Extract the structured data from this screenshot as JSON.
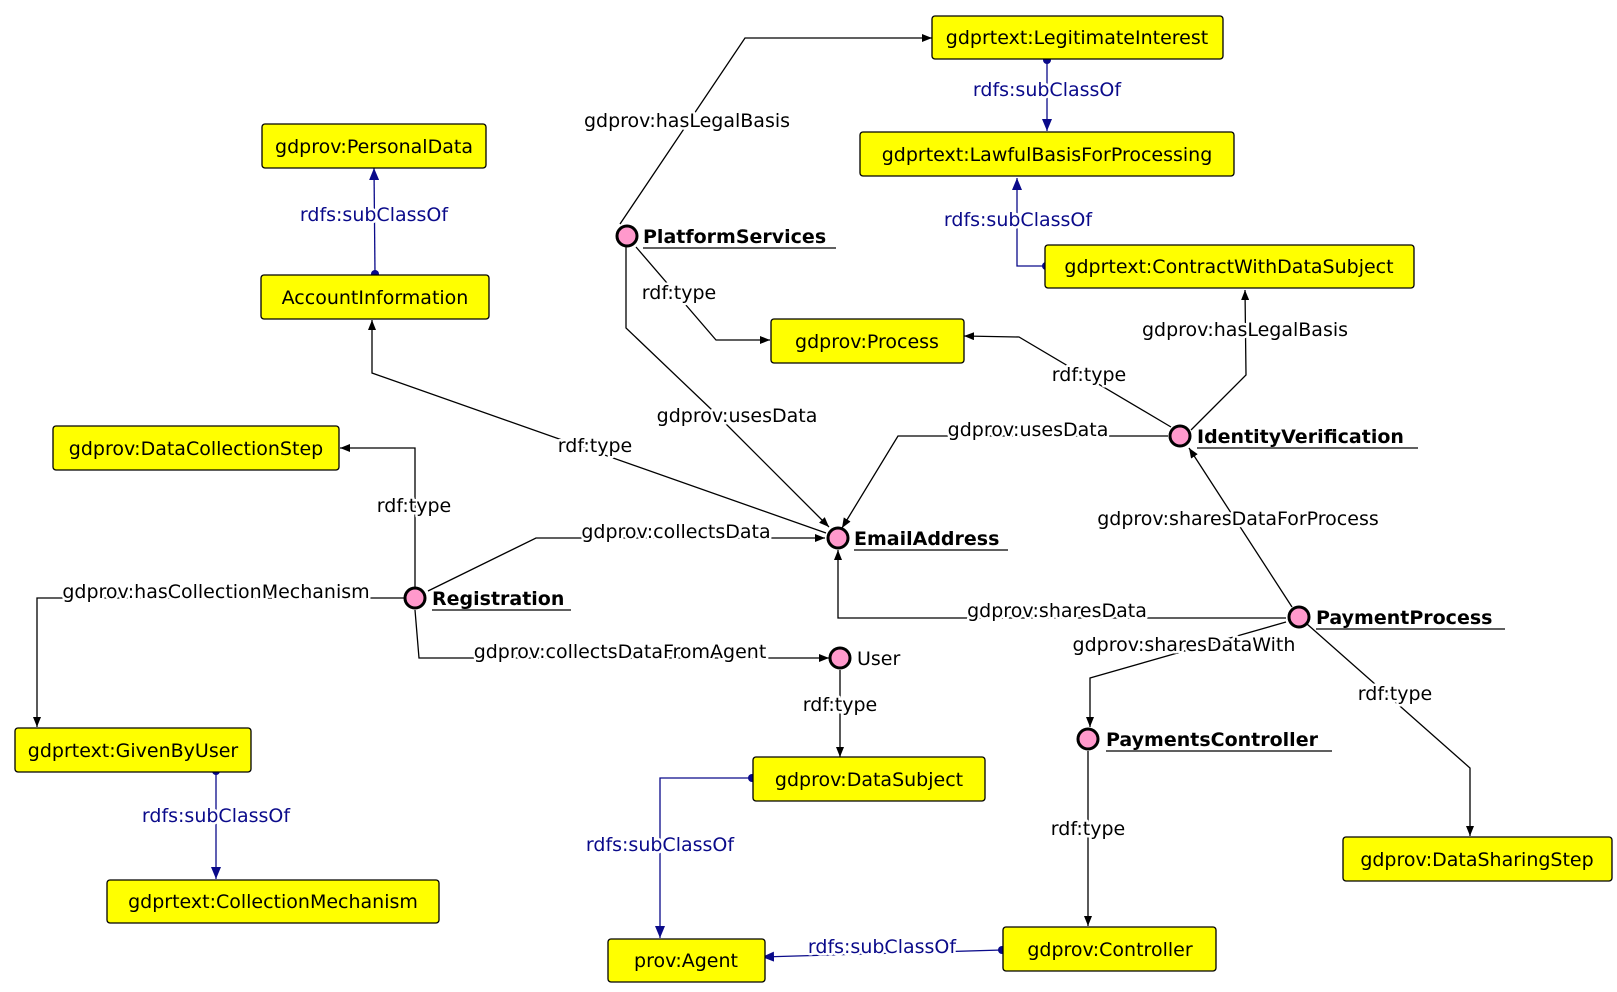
{
  "colors": {
    "class_fill": "#ffff00",
    "individual_fill": "#ff99cc",
    "edge": "#000000",
    "subclass_edge": "#0a0a8a"
  },
  "classes": {
    "legitimate_interest": "gdprtext:LegitimateInterest",
    "lawful_basis": "gdprtext:LawfulBasisForProcessing",
    "contract_with_data_subject": "gdprtext:ContractWithDataSubject",
    "personal_data": "gdprov:PersonalData",
    "account_information": "AccountInformation",
    "process": "gdprov:Process",
    "data_collection_step": "gdprov:DataCollectionStep",
    "given_by_user": "gdprtext:GivenByUser",
    "collection_mechanism": "gdprtext:CollectionMechanism",
    "data_subject": "gdprov:DataSubject",
    "agent": "prov:Agent",
    "controller": "gdprov:Controller",
    "data_sharing_step": "gdprov:DataSharingStep"
  },
  "individuals": {
    "platform_services": "PlatformServices",
    "identity_verification": "IdentityVerification",
    "email_address": "EmailAddress",
    "registration": "Registration",
    "user": "User",
    "payment_process": "PaymentProcess",
    "payments_controller": "PaymentsController"
  },
  "edges": {
    "platform_has_legal_basis": "gdprov:hasLegalBasis",
    "legit_subclass": "rdfs:subClassOf",
    "account_subclass": "rdfs:subClassOf",
    "contract_subclass": "rdfs:subClassOf",
    "platform_type": "rdf:type",
    "identity_has_legal_basis": "gdprov:hasLegalBasis",
    "identity_type": "rdf:type",
    "platform_uses_data": "gdprov:usesData",
    "identity_uses_data": "gdprov:usesData",
    "email_type": "rdf:type",
    "registration_type": "rdf:type",
    "registration_collects_data": "gdprov:collectsData",
    "payment_shares_data_for_process": "gdprov:sharesDataForProcess",
    "registration_has_collection_mechanism": "gdprov:hasCollectionMechanism",
    "payment_shares_data": "gdprov:sharesData",
    "payment_shares_data_with": "gdprov:sharesDataWith",
    "registration_collects_data_from_agent": "gdprov:collectsDataFromAgent",
    "payment_type": "rdf:type",
    "user_type": "rdf:type",
    "given_by_user_subclass": "rdfs:subClassOf",
    "data_subject_subclass": "rdfs:subClassOf",
    "controller_type": "rdf:type",
    "controller_subclass": "rdfs:subClassOf"
  }
}
